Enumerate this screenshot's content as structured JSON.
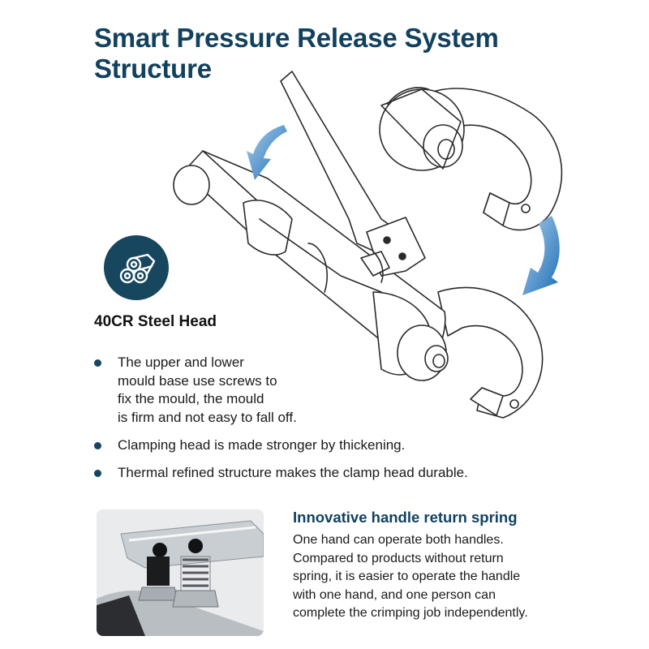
{
  "header": {
    "title_line1": "Smart Pressure Release System",
    "title_line2": "Structure"
  },
  "feature": {
    "icon": "steel-bars-icon",
    "label": "40CR Steel Head"
  },
  "bullets": [
    {
      "lines": [
        "The upper and lower",
        "mould base use screws to",
        "fix the mould, the mould",
        "is firm and not easy to fall off."
      ]
    },
    {
      "lines": [
        "Clamping head is made stronger by thickening."
      ]
    },
    {
      "lines": [
        "Thermal refined structure makes the clamp head durable."
      ]
    }
  ],
  "spring_section": {
    "title": "Innovative handle return spring",
    "body_lines": [
      "One hand can operate both handles.",
      "Compared to products without return",
      "spring, it is easier to operate the handle",
      "with one hand, and one person can",
      "complete the crimping job independently."
    ]
  },
  "colors": {
    "title": "#12415e",
    "badge": "#17465f",
    "arrow": "#1f6fb5"
  }
}
